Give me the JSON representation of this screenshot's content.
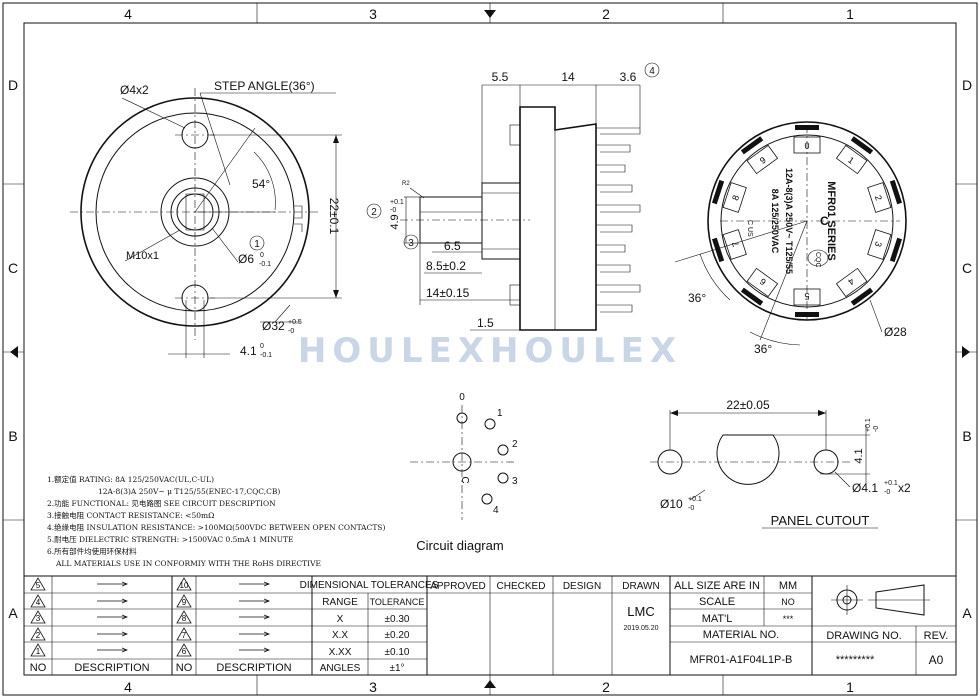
{
  "zones": {
    "top": [
      "4",
      "3",
      "2",
      "1"
    ],
    "bottom": [
      "4",
      "3",
      "2",
      "1"
    ],
    "left": [
      "D",
      "C",
      "B",
      "A"
    ],
    "right": [
      "D",
      "C",
      "B",
      "A"
    ]
  },
  "front_view": {
    "hole_callout": "Ø4x2",
    "step_angle": "STEP ANGLE(36°)",
    "angle": "54°",
    "thread": "M10x1",
    "shaft_dia": "Ø6",
    "shaft_tol_upper": "0",
    "shaft_tol_lower": "-0.1",
    "body_dia": "Ø32",
    "body_tol_upper": "+0.5",
    "body_tol_lower": "-0",
    "hole_spacing": "22±0.1",
    "flat": "4.1",
    "flat_tol_upper": "0",
    "flat_tol_lower": "-0.1",
    "balloon": "1"
  },
  "side_view": {
    "dim_a": "5.5",
    "dim_b": "14",
    "dim_c": "3.6",
    "shaft_height": "4.9",
    "shaft_tol_upper": "+0.1",
    "shaft_tol_lower": "-0",
    "small_label": "R2",
    "flat_len": "6.5",
    "shaft_len": "8.5±0.2",
    "bush_len": "14±0.15",
    "base": "1.5",
    "balloon_2": "2",
    "balloon_3": "3",
    "balloon_4": "4"
  },
  "rear_view": {
    "series": "MFR01 SERIES",
    "rating_1": "12A-8(3)A 250V~ T125/55",
    "rating_2": "8A 125/250VAC",
    "cert": "CQC",
    "mark_c": "C",
    "mark_ul": "C US",
    "angle_a": "36°",
    "angle_b": "36°",
    "dia": "Ø28",
    "positions": [
      "0",
      "1",
      "2",
      "3",
      "4",
      "5",
      "6",
      "7",
      "8",
      "9"
    ]
  },
  "watermark": "HOULEXHOULEX",
  "circuit": {
    "title": "Circuit diagram",
    "common": "C",
    "labels": [
      "0",
      "1",
      "2",
      "3",
      "4"
    ]
  },
  "panel": {
    "title": "PANEL CUTOUT",
    "spacing": "22±0.05",
    "height": "4.1",
    "height_tol_upper": "+0.1",
    "height_tol_lower": "-0",
    "hole": "Ø4.1",
    "hole_tol_upper": "+0.1",
    "hole_tol_lower": "-0",
    "hole_count": "x2",
    "center": "Ø10",
    "center_tol_upper": "+0.1",
    "center_tol_lower": "-0"
  },
  "notes": [
    "1.额定值 RATING: 8A 125/250VAC(UL,C-UL)",
    "12A-8(3)A 250V~ μ T125/55(ENEC-17,CQC,CB)",
    "2.功能 FUNCTIONAL: 见电路图 SEE CIRCUIT DESCRIPTION",
    "3.接触电阻 CONTACT RESISTANCE: <50mΩ",
    "4.绝缘电阻 INSULATION RESISTANCE: >100MΩ(500VDC BETWEEN OPEN CONTACTS)",
    "5.耐电压 DIELECTRIC STRENGTH: >1500VAC 0.5mA 1 MINUTE",
    "6.所有部件均使用环保材料",
    "ALL MATERIALS USE IN CONFORMIY WITH THE RoHS DIRECTIVE"
  ],
  "revisions": {
    "left_nos": [
      "5",
      "4",
      "3",
      "2",
      "1"
    ],
    "right_nos": [
      "10",
      "9",
      "8",
      "7",
      "6"
    ],
    "no_header": "NO",
    "desc_header": "DESCRIPTION"
  },
  "tolerances": {
    "title": "DIMENSIONAL TOLERANCES",
    "col_range": "RANGE",
    "col_tol": "TOLERANCE",
    "rows": [
      {
        "range": "X",
        "tol": "±0.30"
      },
      {
        "range": "X.X",
        "tol": "±0.20"
      },
      {
        "range": "X.XX",
        "tol": "±0.10"
      },
      {
        "range": "ANGLES",
        "tol": "±1°"
      }
    ]
  },
  "signoff": {
    "approved": "APPROVED",
    "checked": "CHECKED",
    "design": "DESIGN",
    "drawn": "DRAWN",
    "drawn_by": "LMC",
    "drawn_date": "2019.05.20"
  },
  "info": {
    "size_label": "ALL SIZE ARE IN",
    "size_value": "MM",
    "scale_label": "SCALE",
    "scale_value": "NO",
    "mat_label": "MAT'L",
    "mat_value": "***",
    "material_no_label": "MATERIAL NO.",
    "material_no": "MFR01-A1F04L1P-B",
    "drawing_no_label": "DRAWING NO.",
    "drawing_no": "*********",
    "rev_label": "REV.",
    "rev": "A0"
  }
}
